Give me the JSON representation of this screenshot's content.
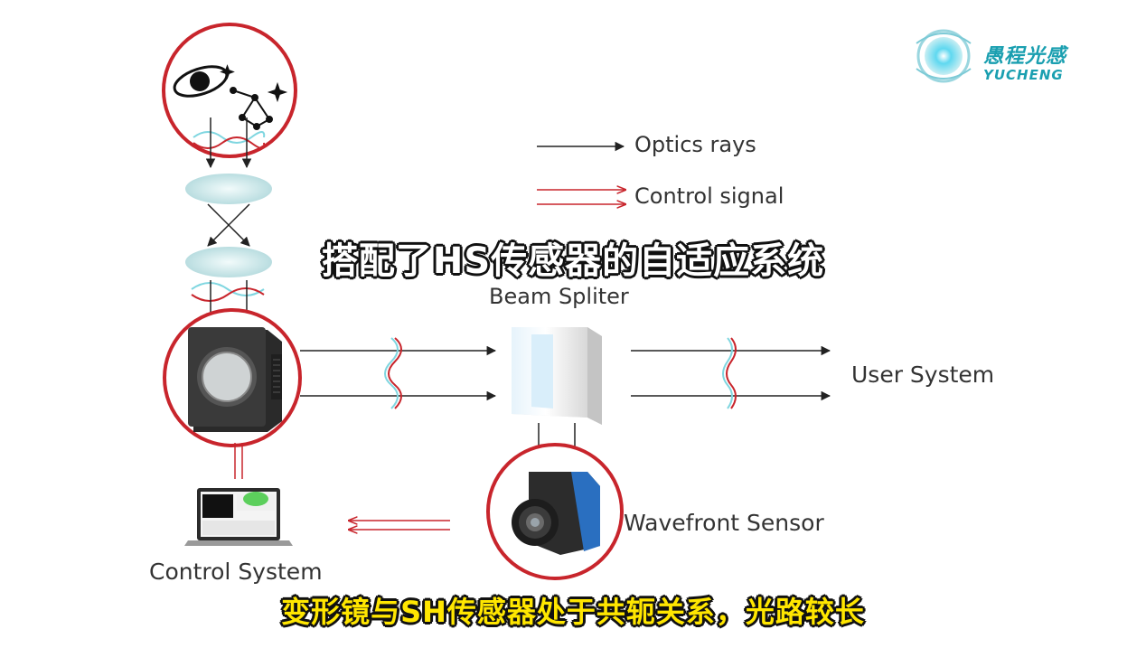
{
  "logo": {
    "name_cn": "愚程光感",
    "name_en": "YUCHENG"
  },
  "legend": {
    "optics_rays": "Optics rays",
    "control_signal": "Control signal"
  },
  "labels": {
    "beam_splitter": "Beam Spliter",
    "user_system": "User System",
    "wavefront_sensor": "Wavefront Sensor",
    "control_system": "Control System"
  },
  "captions": {
    "title": "搭配了HS传感器的自适应系统",
    "subtitle": "变形镜与SH传感器处于共轭关系，光路较长"
  },
  "colors": {
    "accent_red": "#c8252c",
    "ray": "#222222",
    "wave_cyan": "#7fd6e0",
    "brand": "#1a9fb0"
  }
}
